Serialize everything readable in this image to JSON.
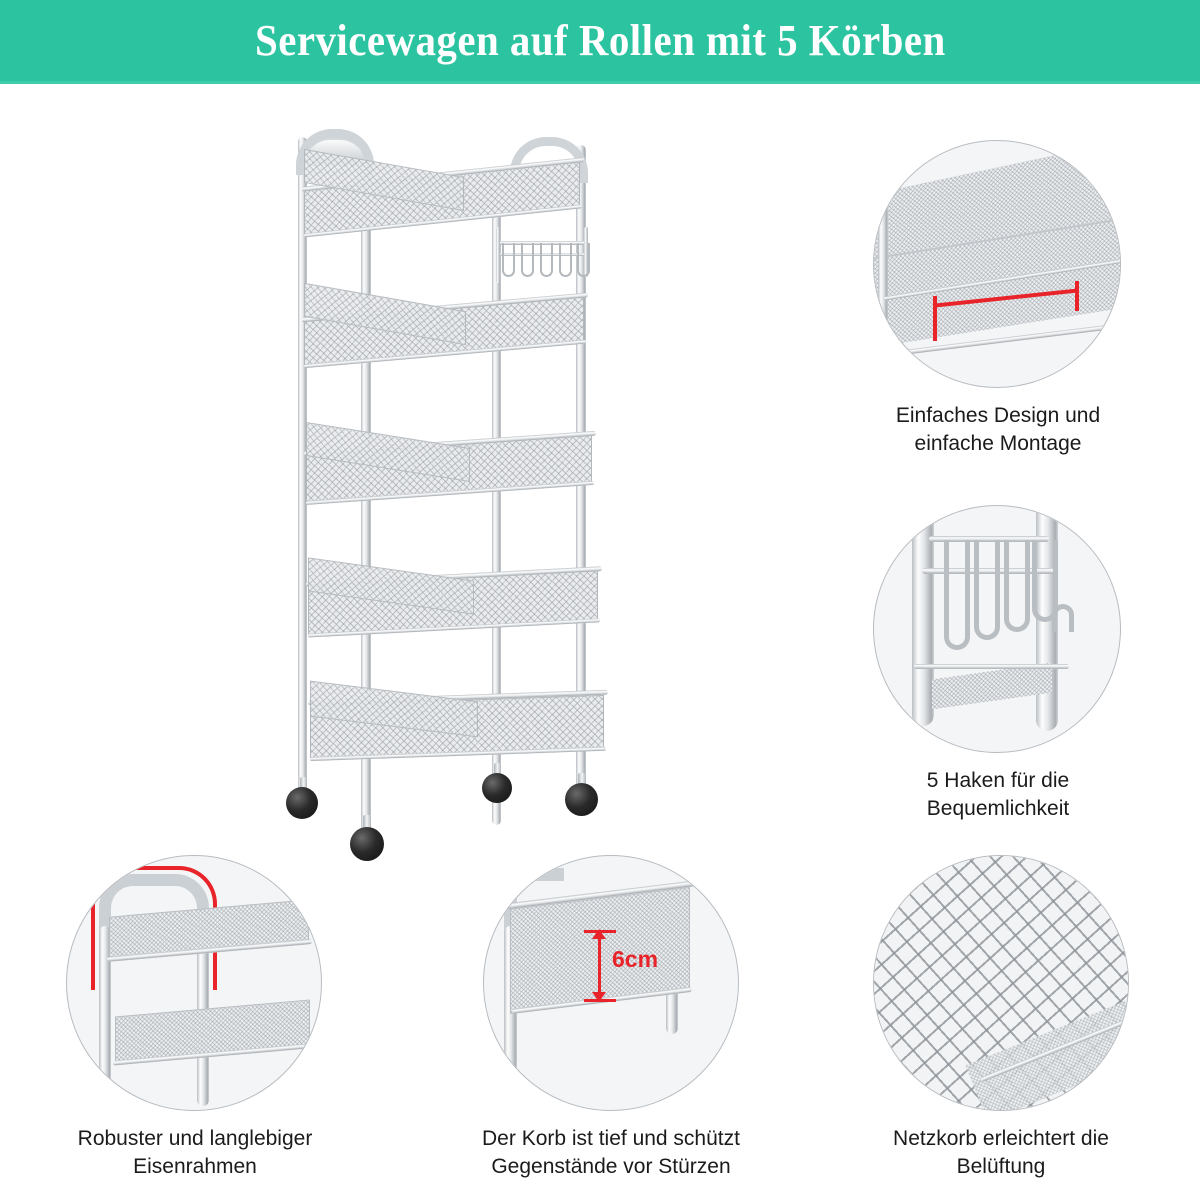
{
  "header": {
    "title": "Servicewagen auf Rollen mit 5 Körben",
    "background_color": "#2cc4a0",
    "text_color": "#ffffff"
  },
  "product": {
    "name": "Servicewagen auf Rollen",
    "basket_count": 5,
    "hook_count": 5,
    "wheel_count": 4,
    "frame_color": "#c9ced2",
    "wheel_color": "#1a1a1a"
  },
  "callouts": [
    {
      "id": "einfaches-design",
      "position": "top-right",
      "image": "mesh-basket-with-red-support-wire",
      "highlight_color": "#e8242a",
      "caption_lines": [
        "Einfaches Design und",
        "einfache Montage"
      ]
    },
    {
      "id": "fuenf-haken",
      "position": "middle-right",
      "image": "five-s-hooks-on-rail",
      "caption_lines": [
        "5 Haken für die",
        "Bequemlichkeit"
      ]
    },
    {
      "id": "eisenrahmen",
      "position": "bottom-left",
      "image": "frame-tube-with-red-outline",
      "highlight_color": "#e8242a",
      "caption_lines": [
        "Robuster und langlebiger",
        "Eisenrahmen"
      ]
    },
    {
      "id": "korb-tiefe",
      "position": "bottom-center",
      "image": "basket-depth-dimension",
      "dimension_label": "6cm",
      "highlight_color": "#e8242a",
      "caption_lines": [
        "Der Korb ist tief und schützt",
        "Gegenstände vor Stürzen"
      ]
    },
    {
      "id": "netzkorb-belueftung",
      "position": "bottom-right",
      "image": "diamond-mesh-closeup",
      "caption_lines": [
        "Netzkorb erleichtert die",
        "Belüftung"
      ]
    }
  ]
}
